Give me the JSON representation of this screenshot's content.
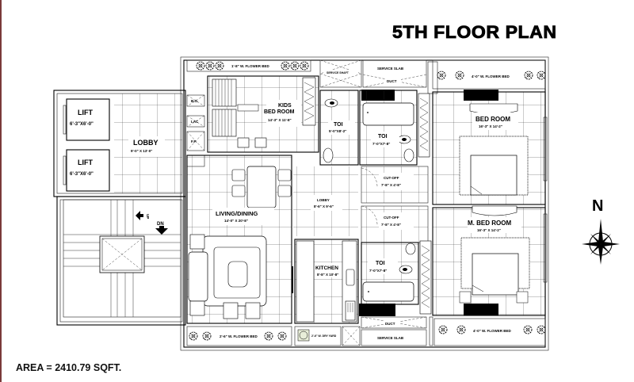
{
  "header": {
    "title": "5TH FLOOR PLAN"
  },
  "footer": {
    "area": "AREA = 2410.79 SQFT."
  },
  "compass": {
    "label": "N"
  },
  "rooms": {
    "lift1": {
      "name": "LIFT",
      "dim": "6'-3\"X6'-0\""
    },
    "lift2": {
      "name": "LIFT",
      "dim": "6'-3\"X6'-0\""
    },
    "lobby_main": {
      "name": "LOBBY",
      "dim": "9'-0\" X 13'-0\""
    },
    "kids_bed": {
      "name_line1": "KIDS",
      "name_line2": "BED ROOM",
      "dim": "14'-3\" X 11'-8\""
    },
    "toi1": {
      "name": "TOI",
      "dim": "5'-0\"X8'-2\""
    },
    "toi2": {
      "name": "TOI",
      "dim": "7'-0\"X7'-8\""
    },
    "bed_room": {
      "name": "BED ROOM",
      "dim": "16'-3\" X 14'-2\""
    },
    "cutoff1": {
      "name": "CUT-OFF",
      "dim": "7'-8\" X 4'-8\""
    },
    "cutoff2": {
      "name": "CUT-OFF",
      "dim": "7'-8\" X 4'-8\""
    },
    "lobby_inner": {
      "name": "LOBBY",
      "dim": "8'-6\" X 9'-6\""
    },
    "living": {
      "name": "LIVING/DINING",
      "dim": "14'-0\" X 20'-8\""
    },
    "kitchen": {
      "name": "KITCHEN",
      "dim": "8'-8\" X 10'-8\""
    },
    "toi3": {
      "name": "TOI",
      "dim": "7'-0\"X7'-8\""
    },
    "master_bed": {
      "name": "M. BED ROOM",
      "dim": "16'-3\" X 14'-2\""
    }
  },
  "annotations": {
    "flower_bed_top_left": "1'-8\" W. FLOWER BED",
    "flower_bed_top_right": "4'-0\" W. FLOWER BED",
    "flower_bed_bottom_left": "2'-6\" W. FLOWER BED",
    "flower_bed_bottom_right": "4'-0\" W. FLOWER BED",
    "service_shaft_top": "SERVICE SHAFT",
    "service_slab_top": "SERVICE SLAB",
    "duct_top": "DUCT",
    "duct_bottom": "DUCT",
    "service_slab_bottom": "SERVICE SLAB",
    "dry_yard": "2'-6\" W. DRY YARD",
    "bg": "B.G.",
    "lac": "LAC",
    "ff": "F.F.",
    "stair_up": "UP",
    "stair_dn": "DN"
  }
}
